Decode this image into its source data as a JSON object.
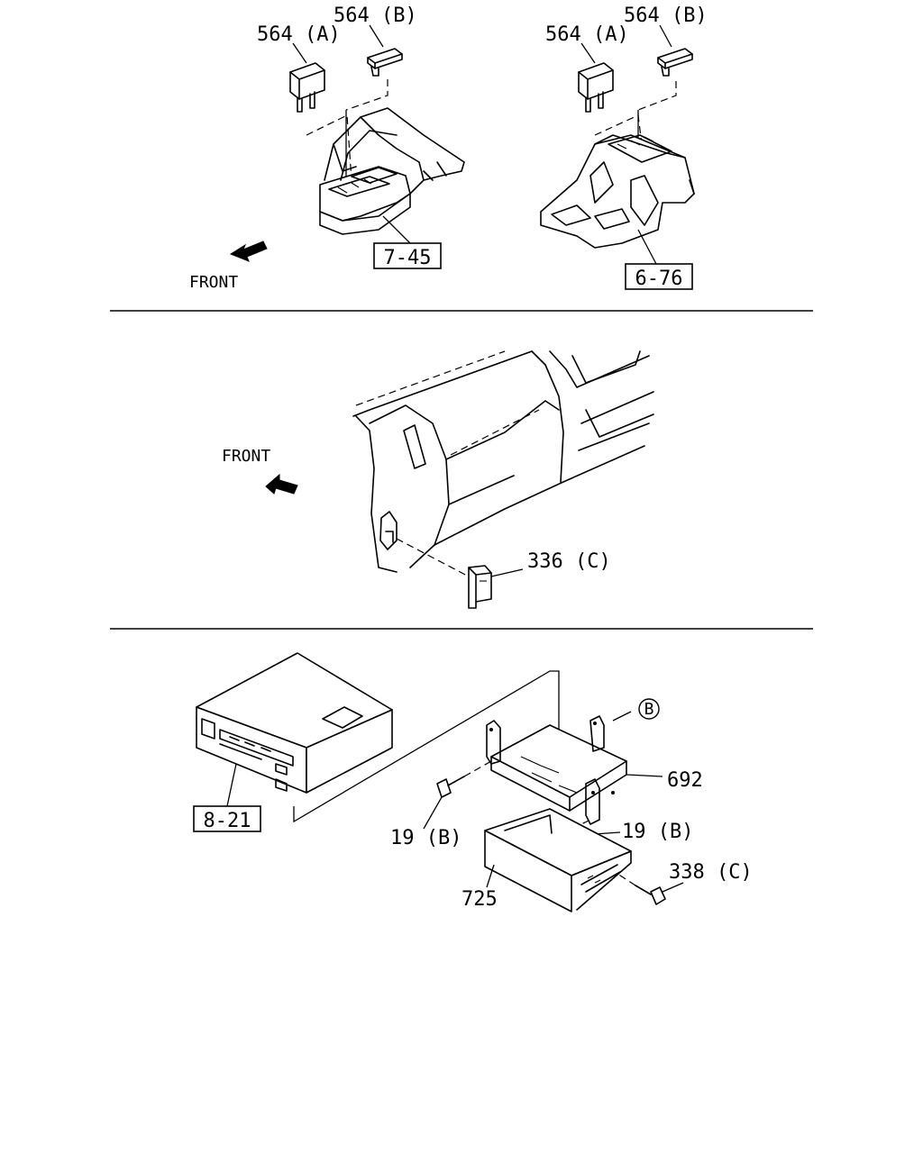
{
  "panel_top": {
    "left_console": {
      "label_a": "564 (A)",
      "label_b": "564 (B)",
      "ref_box": "7-45"
    },
    "right_console": {
      "label_a": "564 (A)",
      "label_b": "564 (B)",
      "ref_box": "6-76"
    },
    "direction_label": "FRONT"
  },
  "panel_middle": {
    "direction_label": "FRONT",
    "part_label": "336 (C)"
  },
  "panel_bottom": {
    "ref_box": "8-21",
    "label_bracket": "692",
    "label_circle_b": "B",
    "label_bolt_left": "19 (B)",
    "label_bolt_right": "19 (B)",
    "label_pocket": "725",
    "label_screw": "338 (C)"
  }
}
